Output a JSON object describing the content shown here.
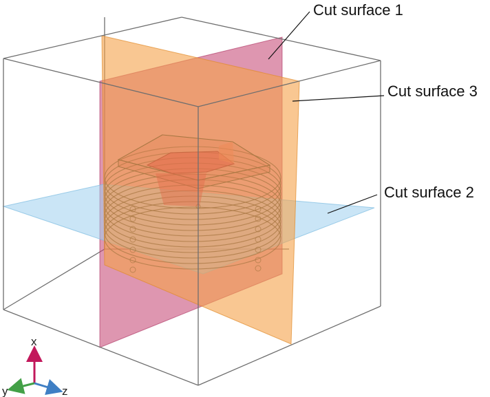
{
  "labels": {
    "cut1": "Cut surface 1",
    "cut2": "Cut surface 2",
    "cut3": "Cut surface 3"
  },
  "triad": {
    "x": "x",
    "y": "y",
    "z": "z"
  },
  "colors": {
    "cut_surface_1": "#c2406f",
    "cut_surface_2": "#9fd0ee",
    "cut_surface_3": "#f5a24a",
    "axis_x": "#c2185b",
    "axis_y": "#43a047",
    "axis_z": "#3f7fc4"
  }
}
